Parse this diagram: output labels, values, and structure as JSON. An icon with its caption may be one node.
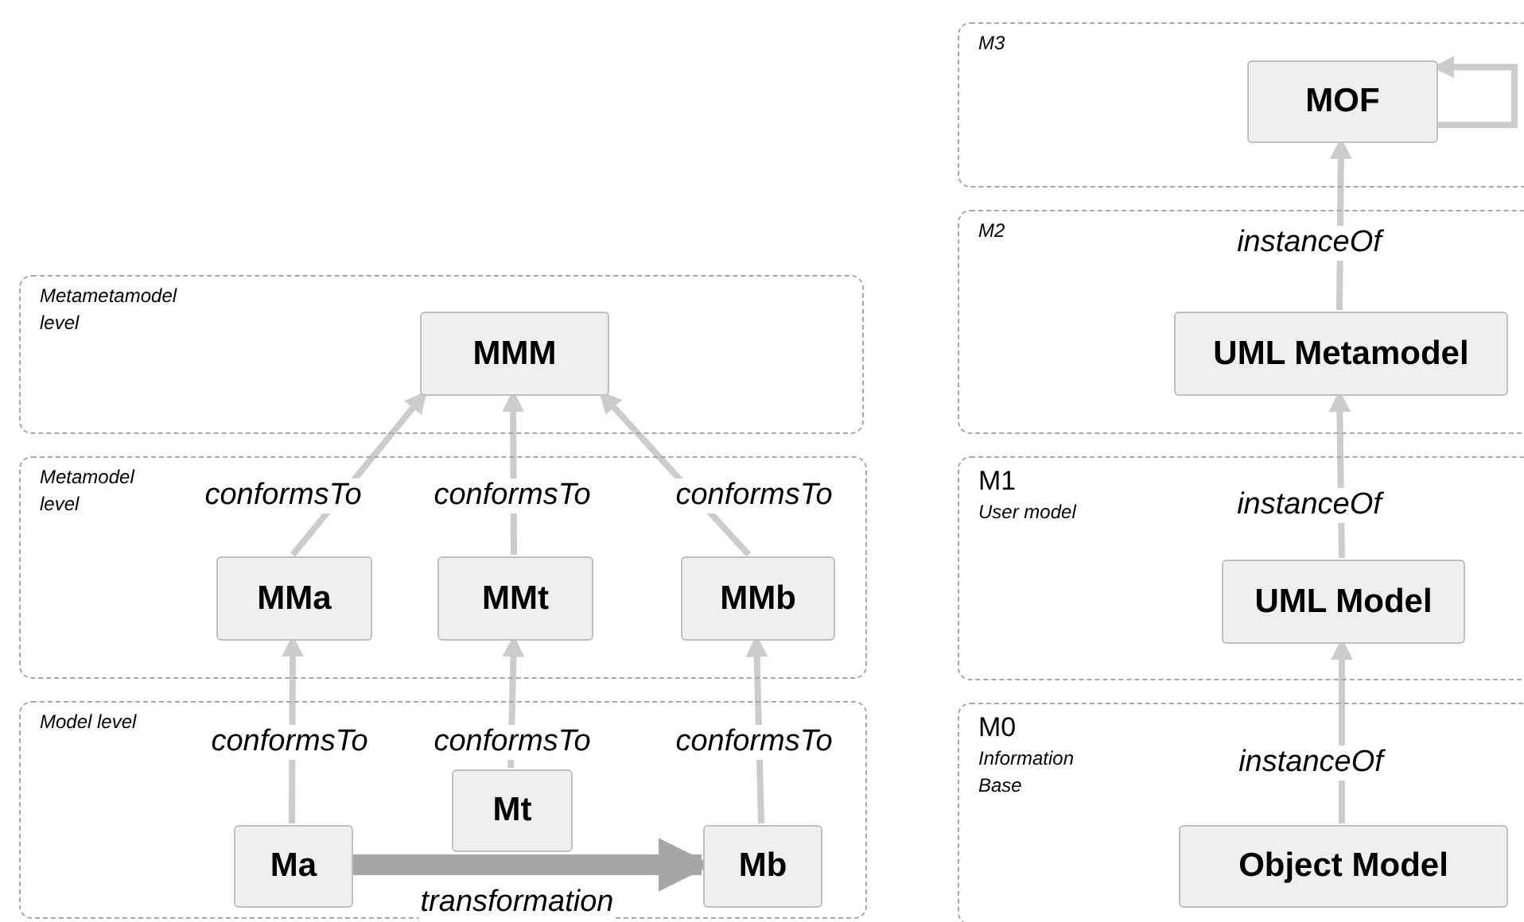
{
  "diagram": {
    "nodes": [
      {
        "text": [
          "Metametamodel level"
        ]
      },
      {
        "text": [
          "MMM"
        ],
        "in": 0
      },
      {
        "text": [
          "Metamodel level"
        ]
      },
      {
        "text": [
          "MMa"
        ],
        "in": 2
      },
      {
        "text": [
          "MMt"
        ],
        "in": 2
      },
      {
        "text": [
          "MMb"
        ],
        "in": 2
      },
      {
        "text": [
          "Model level"
        ]
      },
      {
        "text": [
          "Mt"
        ],
        "in": 6
      },
      {
        "text": [
          "Ma"
        ],
        "in": 6
      },
      {
        "text": [
          "Mb"
        ],
        "in": 6
      },
      {
        "text": [
          "M3"
        ]
      },
      {
        "text": [
          "MOF"
        ],
        "in": 10
      },
      {
        "text": [
          "M2"
        ]
      },
      {
        "text": [
          "UML Metamodel"
        ],
        "in": 12
      },
      {
        "text": [
          "M1",
          "User model"
        ]
      },
      {
        "text": [
          "UML Model"
        ],
        "in": 14
      },
      {
        "text": [
          "M0",
          "Information Base"
        ]
      },
      {
        "text": [
          "Object Model"
        ],
        "in": 16
      }
    ],
    "edges": [
      {
        "from": 3,
        "to": 1,
        "arrow": "to",
        "label": "conformsTo"
      },
      {
        "from": 4,
        "to": 1,
        "arrow": "to",
        "label": "conformsTo"
      },
      {
        "from": 5,
        "to": 1,
        "arrow": "to",
        "label": "conformsTo"
      },
      {
        "from": 8,
        "to": 3,
        "arrow": "to",
        "label": "conformsTo"
      },
      {
        "from": 7,
        "to": 4,
        "arrow": "to",
        "label": "conformsTo"
      },
      {
        "from": 9,
        "to": 5,
        "arrow": "to",
        "label": "conformsTo"
      },
      {
        "from": 8,
        "to": 9,
        "arrow": "to",
        "label": "transformation",
        "style": "thick",
        "color": "#a6a6a6"
      },
      {
        "from": 11,
        "to": 11,
        "arrow": "to"
      },
      {
        "from": 13,
        "to": 11,
        "arrow": "to",
        "label": "instanceOf"
      },
      {
        "from": 15,
        "to": 13,
        "arrow": "to",
        "label": "instanceOf"
      },
      {
        "from": 17,
        "to": 15,
        "arrow": "to",
        "label": "instanceOf"
      }
    ]
  }
}
